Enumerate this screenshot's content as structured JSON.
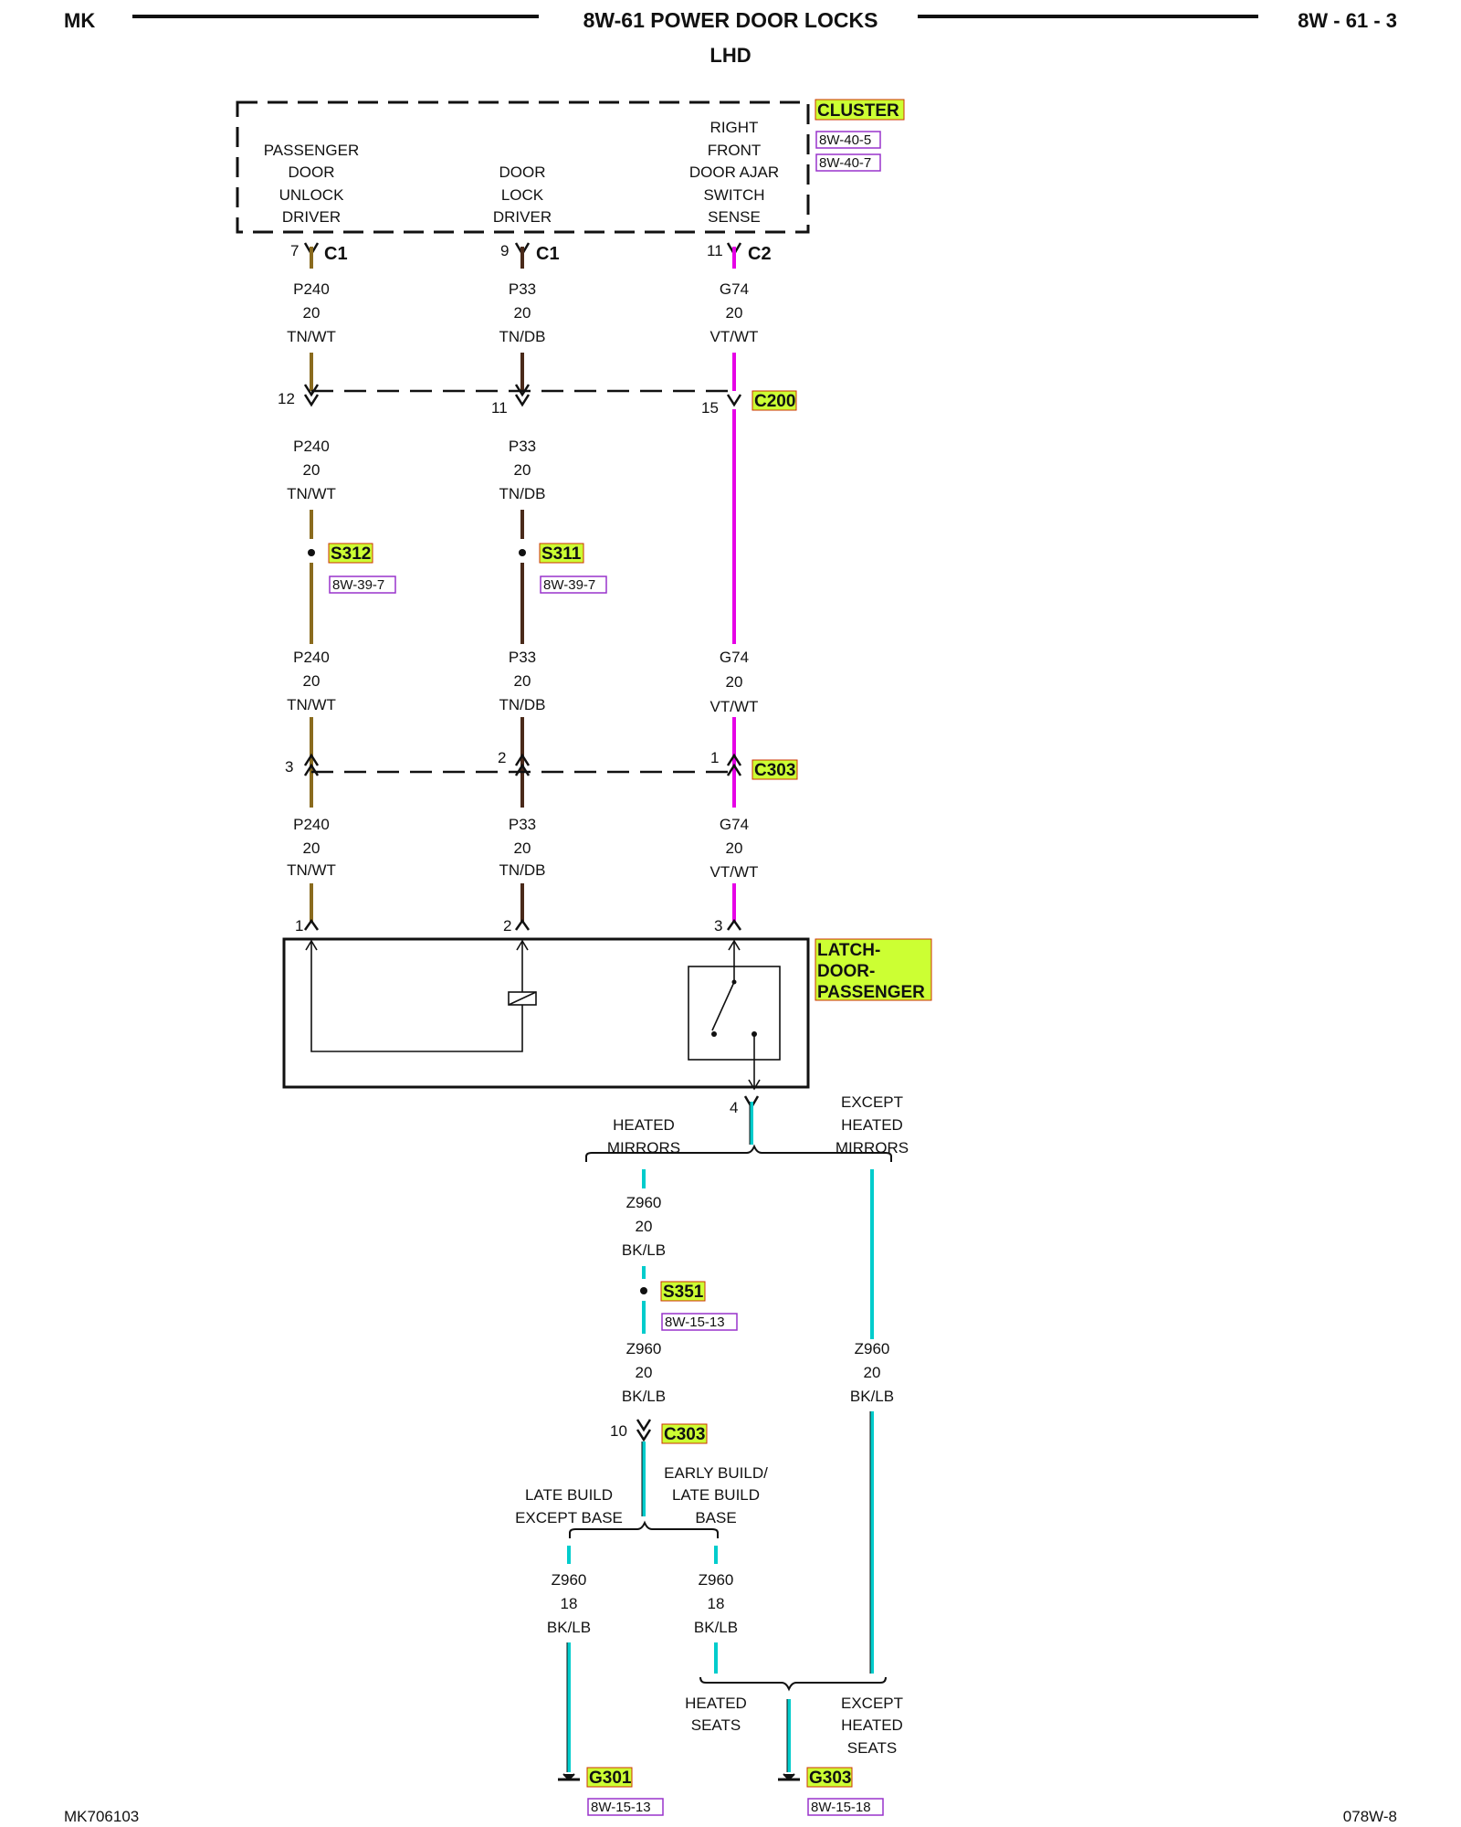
{
  "header": {
    "left": "MK",
    "title": "8W-61 POWER DOOR LOCKS",
    "subtitle": "LHD",
    "right": "8W - 61 - 3"
  },
  "footer": {
    "left": "MK706103",
    "right": "078W-8"
  },
  "colors": {
    "tn_wt": "#8a6b1e",
    "tn_db": "#4a2a1a",
    "vt_wt": "#e600e6",
    "bk_lb": "#00cccc",
    "tag_bg": "#ccff33",
    "ref_border": "#9933cc"
  },
  "cluster": {
    "name": "CLUSTER",
    "refs": [
      "8W-40-5",
      "8W-40-7"
    ],
    "functions": [
      [
        "PASSENGER",
        "DOOR",
        "UNLOCK",
        "DRIVER"
      ],
      [
        "DOOR",
        "LOCK",
        "DRIVER"
      ],
      [
        "RIGHT",
        "FRONT",
        "DOOR AJAR",
        "SWITCH",
        "SENSE"
      ]
    ],
    "pins": [
      {
        "pin": "7",
        "connector": "C1"
      },
      {
        "pin": "9",
        "connector": "C1"
      },
      {
        "pin": "11",
        "connector": "C2"
      }
    ]
  },
  "wires": {
    "p240": [
      "P240",
      "20",
      "TN/WT"
    ],
    "p33": [
      "P33",
      "20",
      "TN/DB"
    ],
    "g74": [
      "G74",
      "20",
      "VT/WT"
    ],
    "z960_20": [
      "Z960",
      "20",
      "BK/LB"
    ],
    "z960_18": [
      "Z960",
      "18",
      "BK/LB"
    ]
  },
  "c200": {
    "name": "C200",
    "pins": [
      "12",
      "11",
      "15"
    ]
  },
  "splices": {
    "s312": {
      "name": "S312",
      "ref": "8W-39-7"
    },
    "s311": {
      "name": "S311",
      "ref": "8W-39-7"
    },
    "s351": {
      "name": "S351",
      "ref": "8W-15-13"
    }
  },
  "c303a": {
    "name": "C303",
    "pins": [
      "3",
      "2",
      "1"
    ]
  },
  "latch": {
    "name": [
      "LATCH-",
      "DOOR-",
      "PASSENGER"
    ],
    "pins": [
      "1",
      "2",
      "3",
      "4"
    ]
  },
  "branches": {
    "heated_mirrors": [
      "HEATED",
      "MIRRORS"
    ],
    "except_heated_mirrors": [
      "EXCEPT",
      "HEATED",
      "MIRRORS"
    ],
    "late_build_except_base": [
      "LATE BUILD",
      "EXCEPT BASE"
    ],
    "early_late_base": [
      "EARLY BUILD/",
      "LATE BUILD",
      "BASE"
    ],
    "heated_seats": [
      "HEATED",
      "SEATS"
    ],
    "except_heated_seats": [
      "EXCEPT",
      "HEATED",
      "SEATS"
    ]
  },
  "c303b": {
    "name": "C303",
    "pin": "10"
  },
  "grounds": {
    "g301": {
      "name": "G301",
      "ref": "8W-15-13"
    },
    "g303": {
      "name": "G303",
      "ref": "8W-15-18"
    }
  }
}
